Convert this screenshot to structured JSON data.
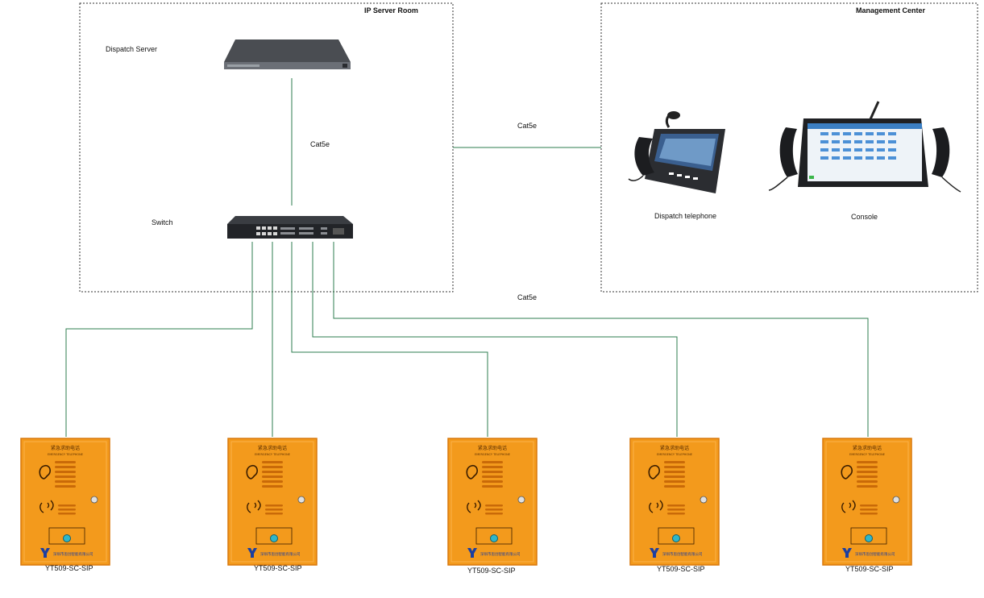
{
  "diagram": {
    "regions": {
      "server_room": {
        "title": "IP Server Room"
      },
      "management": {
        "title": "Management Center"
      }
    },
    "devices": {
      "dispatch_server": {
        "label": "Dispatch Server"
      },
      "switch": {
        "label": "Switch"
      },
      "dispatch_telephone": {
        "label": "Dispatch telephone"
      },
      "console": {
        "label": "Console"
      }
    },
    "links": {
      "server_switch": {
        "label": "Cat5e"
      },
      "room_management": {
        "label": "Cat5e"
      },
      "switch_phones": {
        "label": "Cat5e"
      }
    },
    "phones": [
      {
        "model": "YT509-SC-SIP",
        "header_cn": "紧急求助电话",
        "header_en": "EMERGENCY TELEPHONE",
        "brand": "深圳市思创智能有限公司"
      },
      {
        "model": "YT509-SC-SIP",
        "header_cn": "紧急求助电话",
        "header_en": "EMERGENCY TELEPHONE",
        "brand": "深圳市思创智能有限公司"
      },
      {
        "model": "YT509-SC-SIP",
        "header_cn": "紧急求助电话",
        "header_en": "EMERGENCY TELEPHONE",
        "brand": "深圳市思创智能有限公司"
      },
      {
        "model": "YT509-SC-SIP",
        "header_cn": "紧急求助电话",
        "header_en": "EMERGENCY TELEPHONE",
        "brand": "深圳市思创智能有限公司"
      },
      {
        "model": "YT509-SC-SIP",
        "header_cn": "紧急求助电话",
        "header_en": "EMERGENCY TELEPHONE",
        "brand": "深圳市思创智能有限公司"
      }
    ],
    "colors": {
      "link": "#2e7d4f",
      "border": "#333333",
      "phone_body": "#f39a1c",
      "phone_edge": "#d9790c",
      "device_dark": "#2b2d31"
    }
  }
}
